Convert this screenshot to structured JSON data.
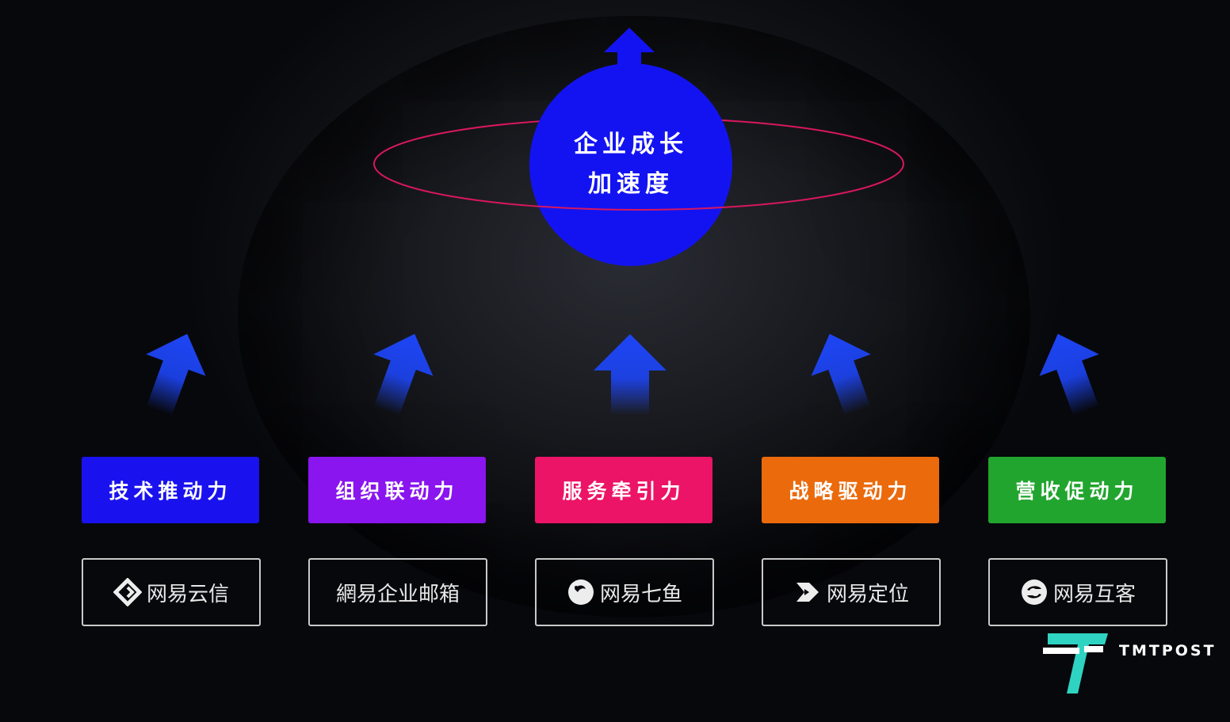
{
  "core": {
    "line1": "企业成长",
    "line2": "加速度",
    "color": "#1313f2",
    "ring_color": "#d8175e"
  },
  "drivers": [
    {
      "label": "技术推动力",
      "color": "#1a12ee"
    },
    {
      "label": "组织联动力",
      "color": "#8a15ef"
    },
    {
      "label": "服务牵引力",
      "color": "#ec1466"
    },
    {
      "label": "战略驱动力",
      "color": "#ea6a0c"
    },
    {
      "label": "营收促动力",
      "color": "#22a52e"
    }
  ],
  "products": [
    {
      "label": "网易云信",
      "icon": "netease-yunxin-icon"
    },
    {
      "label": "網易企业邮箱",
      "icon": ""
    },
    {
      "label": "网易七鱼",
      "icon": "netease-qiyu-icon"
    },
    {
      "label": "网易定位",
      "icon": "netease-dingwei-icon"
    },
    {
      "label": "网易互客",
      "icon": "netease-huke-icon"
    }
  ],
  "arrow_color": "#1d45f5",
  "watermark": {
    "text": "TMTPOST",
    "accent": "#2fd3c2"
  }
}
